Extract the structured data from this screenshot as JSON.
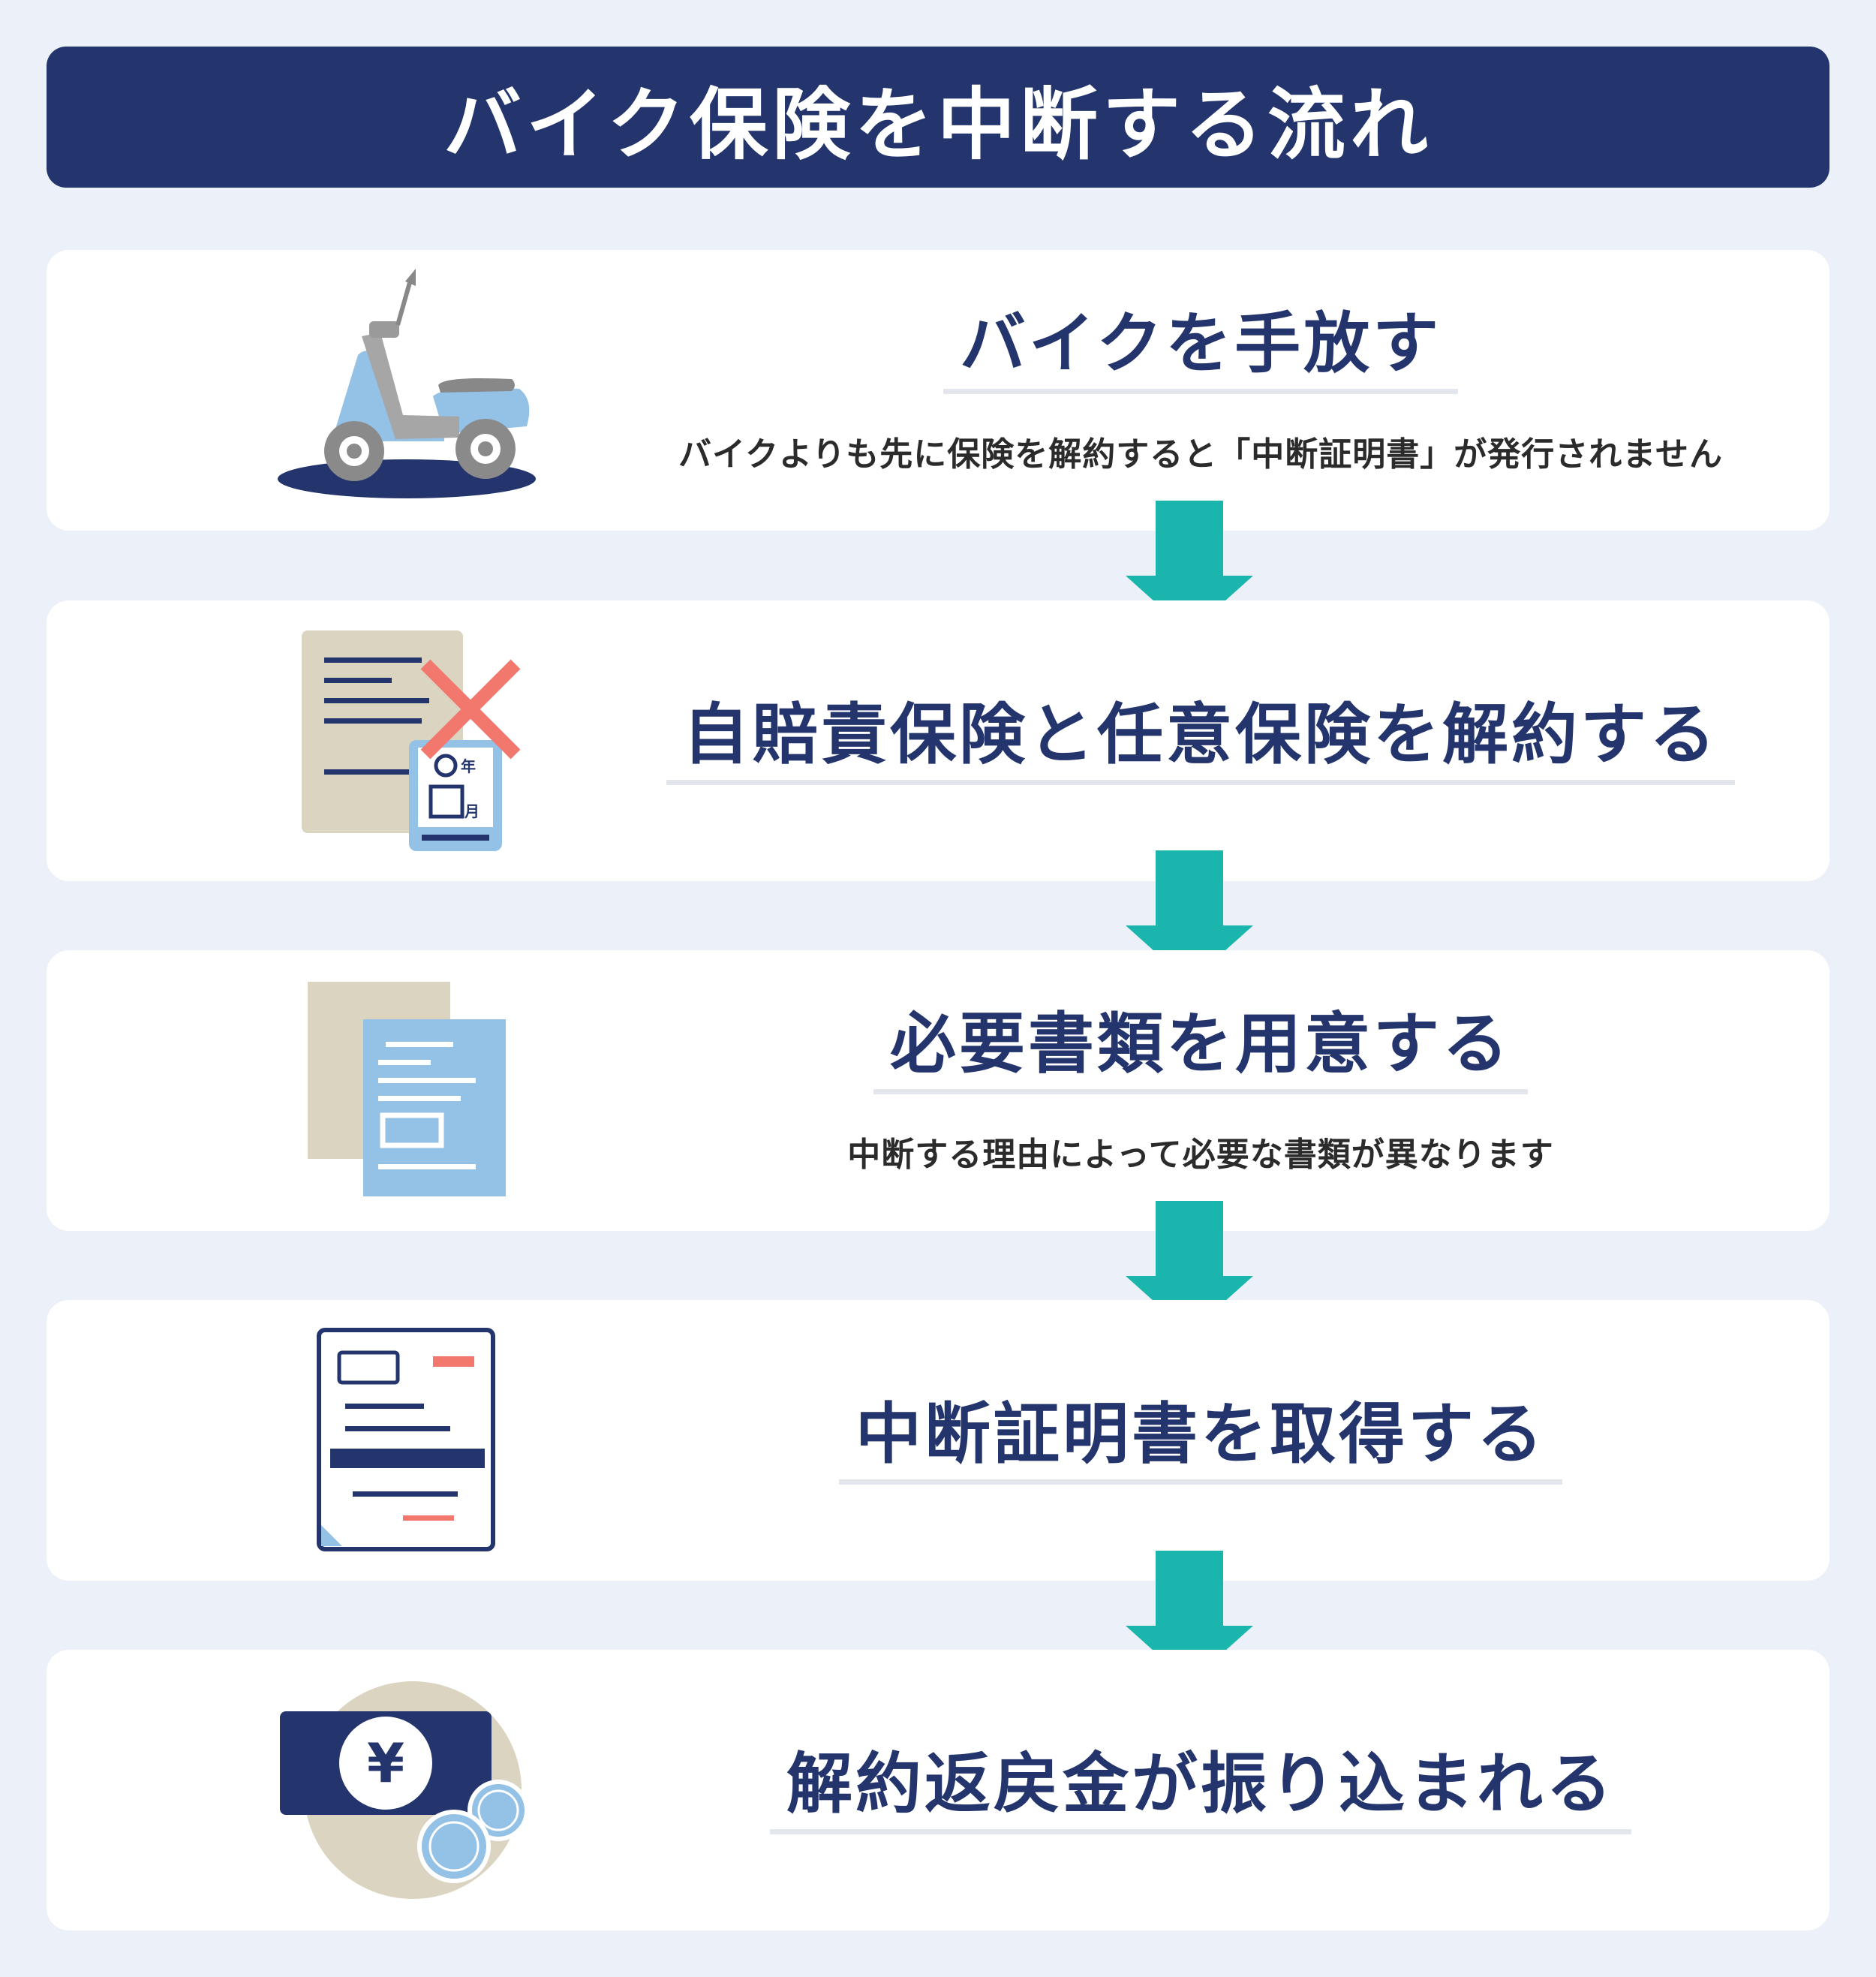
{
  "title": "バイク保険を中断する流れ",
  "colors": {
    "navy": "#24356d",
    "teal": "#1ab5ad",
    "light_blue": "#94c1e6",
    "beige": "#dad4c1",
    "red": "#f2776d",
    "page_bg": "#ecf1f9"
  },
  "steps": [
    {
      "icon": "scooter-icon",
      "title": "バイクを手放す",
      "description": "バイクよりも先に保険を解約すると「中断証明書」が発行されません"
    },
    {
      "icon": "cancel-document-icon",
      "title": "自賠責保険と任意保険を解約する",
      "description": "",
      "icon_labels": {
        "year": "年",
        "month": "月"
      }
    },
    {
      "icon": "documents-icon",
      "title": "必要書類を用意する",
      "description": "中断する理由によって必要な書類が異なります"
    },
    {
      "icon": "certificate-icon",
      "title": "中断証明書を取得する",
      "description": ""
    },
    {
      "icon": "yen-refund-icon",
      "title": "解約返戻金が振り込まれる",
      "description": "",
      "icon_labels": {
        "currency": "¥"
      }
    }
  ]
}
